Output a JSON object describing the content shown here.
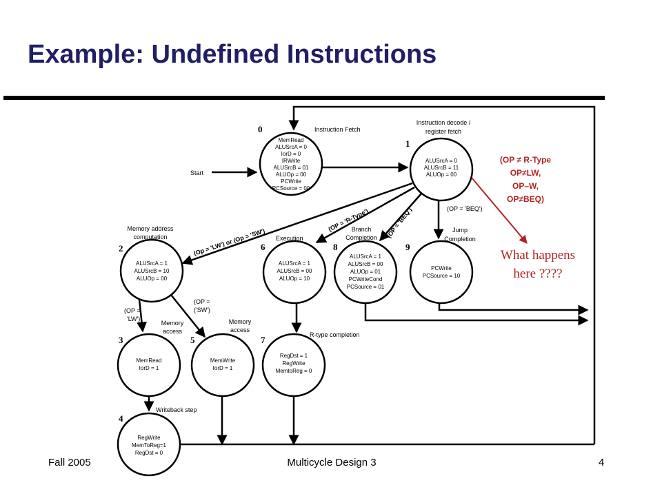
{
  "slide": {
    "title": "Example: Undefined Instructions",
    "footer_left": "Fall 2005",
    "footer_center": "Multicycle Design 3",
    "page_number": "4"
  },
  "diagram": {
    "start_label": "Start",
    "states": [
      {
        "number": "0",
        "caption": [
          "Instruction Fetch"
        ],
        "lines": [
          "MemRead",
          "ALUSrcA = 0",
          "IorD = 0",
          "IRWrite",
          "ALUSrcB = 01",
          "ALUOp = 00",
          "PCWrite",
          "PCSource = 00"
        ]
      },
      {
        "number": "1",
        "caption": [
          "Instruction decode /",
          "register fetch"
        ],
        "lines": [
          "ALUSrcA = 0",
          "ALUSrcB = 11",
          "ALUOp = 00"
        ]
      },
      {
        "number": "2",
        "caption": [
          "Memory address",
          "computation"
        ],
        "lines": [
          "ALUSrcA = 1",
          "ALUSrcB = 10",
          "ALUOp = 00"
        ]
      },
      {
        "number": "3",
        "caption": [
          "Memory",
          "access"
        ],
        "lines": [
          "MemRead",
          "IorD = 1"
        ]
      },
      {
        "number": "4",
        "caption": [
          "Writeback step"
        ],
        "lines": [
          "RegWrite",
          "MemToReg=1",
          "RegDst = 0"
        ]
      },
      {
        "number": "5",
        "caption": [
          "Memory",
          "access"
        ],
        "lines": [
          "MemWrite",
          "IorD = 1"
        ]
      },
      {
        "number": "6",
        "caption": [
          "Execution"
        ],
        "lines": [
          "ALUSrcA = 1",
          "ALUSrcB = 00",
          "ALUOp = 10"
        ]
      },
      {
        "number": "7",
        "caption": [
          "R-type completion"
        ],
        "lines": [
          "RegDst = 1",
          "RegWrite",
          "MemtoReg = 0"
        ]
      },
      {
        "number": "8",
        "caption": [
          "Branch",
          "Completion"
        ],
        "lines": [
          "ALUSrcA = 1",
          "ALUSrcB = 00",
          "ALUOp = 01",
          "PCWriteCond",
          "PCSource = 01"
        ]
      },
      {
        "number": "9",
        "caption": [
          "Jump",
          "Completion"
        ],
        "lines": [
          "PCWrite",
          "PCSource = 10"
        ]
      }
    ],
    "transitions": {
      "lw_or_sw": "(Op = 'LW') or (Op = 'SW')",
      "r_type": "(OP = 'R-Type')",
      "beq": "(OP = 'BEQ')",
      "j": "(OP = 'BEQ')",
      "lw": [
        "(OP =",
        "'LW')"
      ],
      "sw": [
        "(OP =",
        "('SW')"
      ]
    },
    "annotation": {
      "condition": [
        "(OP ≠ R-Type",
        "OP≠LW,",
        "OP–W,",
        "OP≠BEQ)"
      ],
      "question": [
        "What happens",
        "here ????"
      ],
      "color": "#b22222"
    }
  }
}
